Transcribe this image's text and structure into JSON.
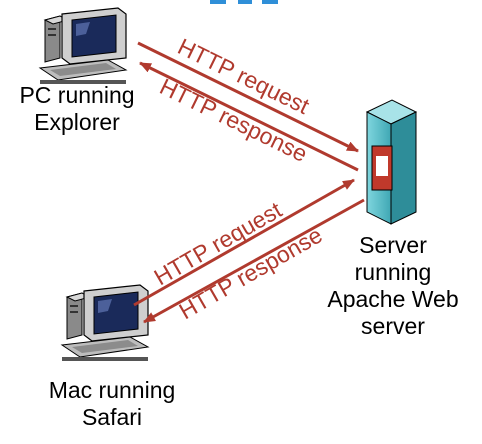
{
  "clients": {
    "pc": {
      "name_line1": "PC running",
      "name_line2": "Explorer"
    },
    "mac": {
      "name_line1": "Mac running",
      "name_line2": "Safari"
    }
  },
  "server": {
    "line1": "Server",
    "line2": "running",
    "line3": "Apache Web",
    "line4": "server"
  },
  "links": {
    "pc_request": "HTTP request",
    "pc_response": "HTTP response",
    "mac_request": "HTTP request",
    "mac_response": "HTTP response"
  },
  "colors": {
    "arrow": "#b03a2e",
    "server_body": "#5bbfc9",
    "monitor_screen": "#1a2a5a",
    "monitor_body": "#c9c9c9",
    "title_fragment": "#2f8fd8"
  }
}
